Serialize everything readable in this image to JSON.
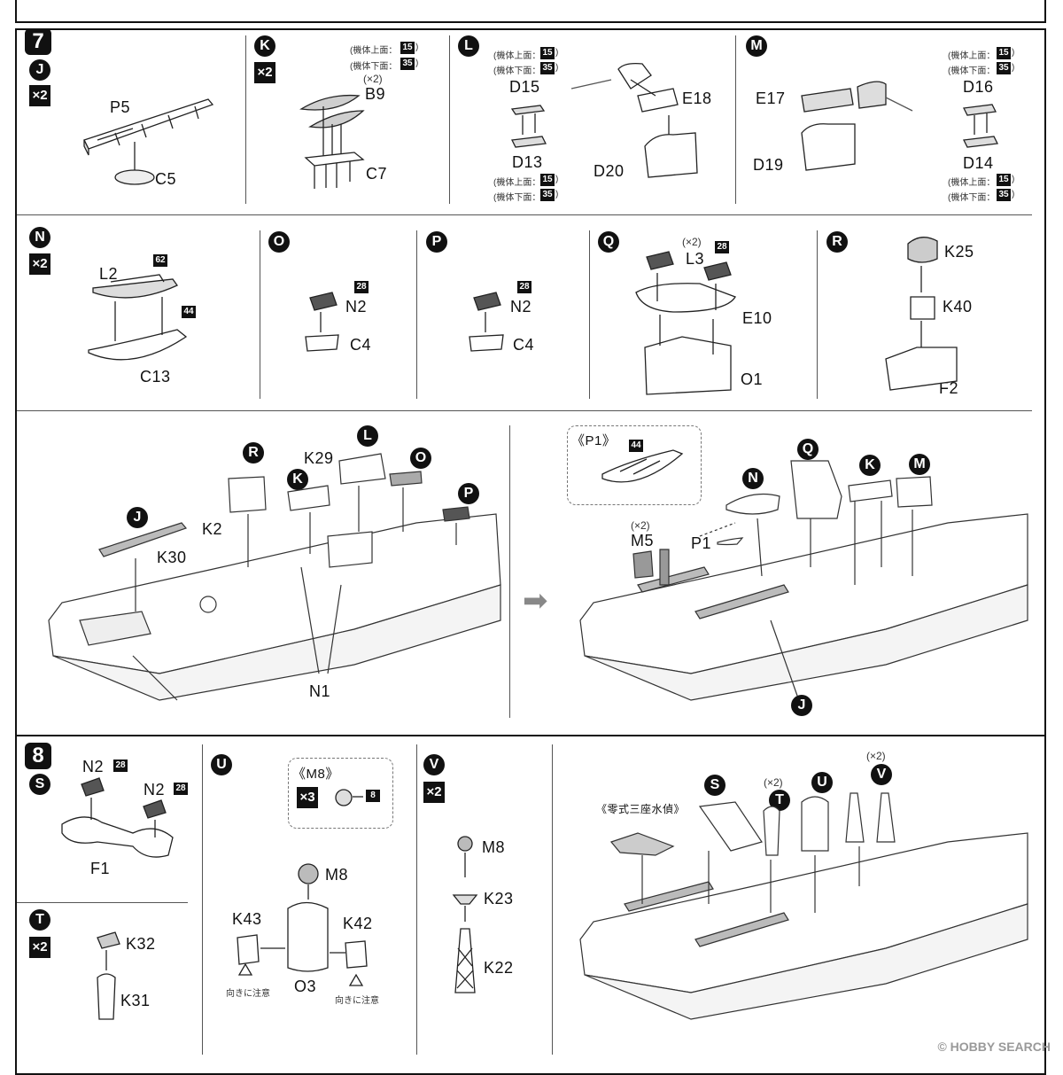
{
  "step7": {
    "number": "7",
    "J": {
      "tag": "J",
      "mult": "×2",
      "parts": [
        "P5",
        "C5"
      ]
    },
    "K": {
      "tag": "K",
      "mult": "×2",
      "count": "(×2)",
      "parts": [
        "B9",
        "C7"
      ],
      "top": "(機体上面：",
      "bot": "(機体下面：",
      "n_top": "15",
      "n_bot": "35",
      "close": ")"
    },
    "L": {
      "tag": "L",
      "parts": [
        "D15",
        "D13",
        "E18",
        "D20"
      ],
      "top": "(機体上面：",
      "bot": "(機体下面：",
      "n_top": "15",
      "n_bot": "35",
      "close": ")"
    },
    "M": {
      "tag": "M",
      "parts": [
        "E17",
        "D19",
        "D16",
        "D14"
      ],
      "top": "(機体上面：",
      "bot": "(機体下面：",
      "n_top": "15",
      "n_bot": "35",
      "close": ")"
    },
    "N": {
      "tag": "N",
      "mult": "×2",
      "parts": [
        "L2",
        "C13"
      ],
      "n1": "62",
      "n2": "44"
    },
    "O": {
      "tag": "O",
      "parts": [
        "N2",
        "C4"
      ],
      "n": "28"
    },
    "P": {
      "tag": "P",
      "parts": [
        "N2",
        "C4"
      ],
      "n": "28"
    },
    "Q": {
      "tag": "Q",
      "count": "(×2)",
      "parts": [
        "L3",
        "E10",
        "O1"
      ],
      "n": "28"
    },
    "R": {
      "tag": "R",
      "parts": [
        "K25",
        "K40",
        "F2"
      ]
    },
    "main_left": {
      "labels": [
        "J",
        "R",
        "K",
        "L",
        "O",
        "P"
      ],
      "parts": [
        "K29",
        "K2",
        "K30",
        "N1"
      ]
    },
    "main_right": {
      "inset": "《P1》",
      "inset_n": "44",
      "labels": [
        "N",
        "Q",
        "K",
        "M",
        "J"
      ],
      "count": "(×2)",
      "parts": [
        "M5",
        "P1"
      ]
    }
  },
  "step8": {
    "number": "8",
    "S": {
      "tag": "S",
      "parts": [
        "N2",
        "N2",
        "F1"
      ],
      "n": "28"
    },
    "T": {
      "tag": "T",
      "mult": "×2",
      "parts": [
        "K32",
        "K31"
      ]
    },
    "U": {
      "tag": "U",
      "inset": "《M8》",
      "inset_mult": "×3",
      "inset_n": "8",
      "parts": [
        "M8",
        "K43",
        "K42",
        "O3"
      ],
      "warn": "向きに注意"
    },
    "V": {
      "tag": "V",
      "mult": "×2",
      "parts": [
        "M8",
        "K23",
        "K22"
      ]
    },
    "main": {
      "plane": "《零式三座水偵》",
      "count": "(×2)",
      "labels": [
        "S",
        "T",
        "U",
        "V"
      ]
    }
  },
  "watermark": "© HOBBY SEARCH"
}
